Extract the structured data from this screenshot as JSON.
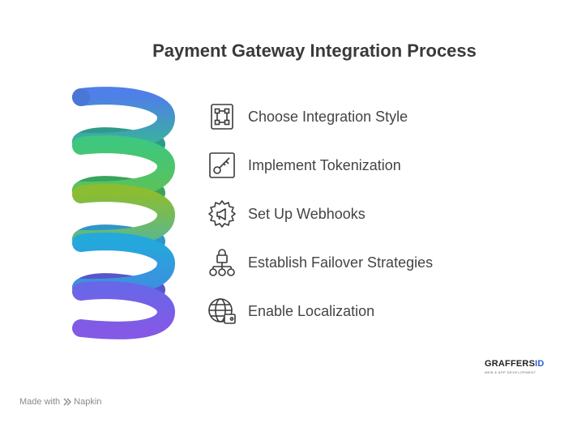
{
  "title": "Payment Gateway Integration Process",
  "colors": {
    "coil": [
      "#4f80e6",
      "#3ec77d",
      "#8cbd30",
      "#23a9db",
      "#7b5ce6"
    ],
    "icon_stroke": "#3a3a3a",
    "text": "#444444"
  },
  "steps": [
    {
      "label": "Choose Integration Style",
      "icon": "crop-square-icon"
    },
    {
      "label": "Implement Tokenization",
      "icon": "key-icon"
    },
    {
      "label": "Set Up Webhooks",
      "icon": "gear-announce-icon"
    },
    {
      "label": "Establish Failover Strategies",
      "icon": "lock-network-icon"
    },
    {
      "label": "Enable Localization",
      "icon": "globe-wallet-icon"
    }
  ],
  "brand": {
    "name_main": "GRAFFERS",
    "name_accent": "ID",
    "tagline": "WEB & APP DEVELOPMENT"
  },
  "footer": {
    "made_with": "Made with",
    "napkin": "Napkin"
  }
}
